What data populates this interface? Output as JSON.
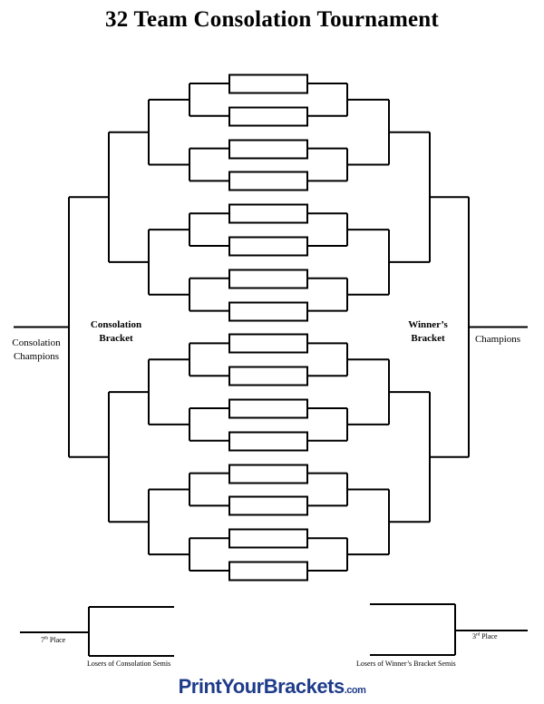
{
  "title": "32 Team Consolation Tournament",
  "left_label": {
    "line1": "Consolation",
    "line2": "Bracket"
  },
  "right_label": {
    "line1": "Winner’s",
    "line2": "Bracket"
  },
  "consolation_champions": {
    "line1": "Consolation",
    "line2": "Champions"
  },
  "champions": "Champions",
  "seventh_place": {
    "base": "7",
    "sup": "th",
    "rest": " Place"
  },
  "third_place": {
    "base": "3",
    "sup": "rd",
    "rest": " Place"
  },
  "losers_consolation": "Losers of Consolation Semis",
  "losers_winners": "Losers of Winner’s Bracket Semis",
  "footer": {
    "brand1": "Print",
    "brand2": "Your",
    "brand3": "Brackets",
    "tld": ".com"
  }
}
